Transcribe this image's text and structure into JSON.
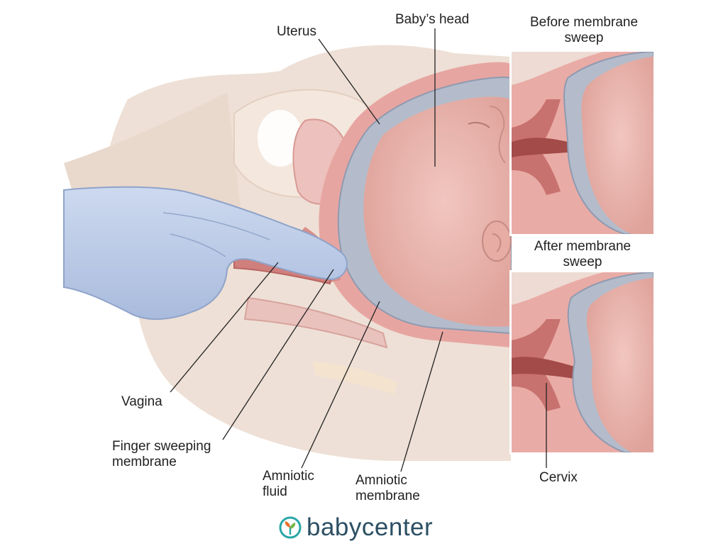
{
  "labels": {
    "uterus": "Uterus",
    "babys_head": "Baby’s head",
    "before_line1": "Before membrane",
    "before_line2": "sweep",
    "after_line1": "After membrane",
    "after_line2": "sweep",
    "vagina": "Vagina",
    "finger_line1": "Finger sweeping",
    "finger_line2": "membrane",
    "fluid_line1": "Amniotic",
    "fluid_line2": "fluid",
    "membrane_line1": "Amniotic",
    "membrane_line2": "membrane",
    "cervix": "Cervix"
  },
  "logo": {
    "text": "babycenter",
    "icon": "baby-sprout-icon",
    "colors": {
      "ring": "#2aa6a6",
      "leaf_left": "#e8702a",
      "leaf_right": "#7ab648",
      "text": "#2c4f63"
    }
  },
  "colors": {
    "glove": "#b9c9e6",
    "skin": "#ead9cf",
    "uterus_wall": "#e7a5a1",
    "baby_head": "#eab8b0",
    "amniotic_fluid": "#b4bccb",
    "leader_line": "#222222"
  }
}
